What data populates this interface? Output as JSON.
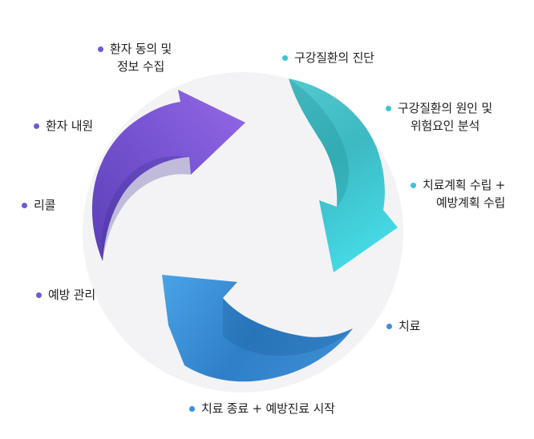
{
  "colors": {
    "circle": "#f3f3f5",
    "purple": "#7c5ad8",
    "teal": "#40cfd8",
    "blue": "#3f8fda",
    "dot_purple": "#6b5bd6",
    "dot_teal": "#37c6d4",
    "dot_blue": "#3d8edb"
  },
  "labels": {
    "consent": {
      "text": "환자 동의 및\n정보 수집",
      "dot": "dot_purple"
    },
    "visit": {
      "text": "환자 내원",
      "dot": "dot_purple"
    },
    "recall": {
      "text": "리콜",
      "dot": "dot_purple"
    },
    "prevention": {
      "text": "예방 관리",
      "dot": "dot_purple"
    },
    "diagnosis": {
      "text": "구강질환의 진단",
      "dot": "dot_teal"
    },
    "analysis": {
      "text": "구강질환의 원인 및\n위험요인 분석",
      "dot": "dot_teal"
    },
    "plan": {
      "text": "치료계획 수립 +\n예방계획 수립",
      "dot": "dot_teal"
    },
    "treatment": {
      "text": "치료",
      "dot": "dot_blue"
    },
    "end": {
      "text": "치료 종료 + 예방진료 시작",
      "dot": "dot_blue"
    }
  }
}
